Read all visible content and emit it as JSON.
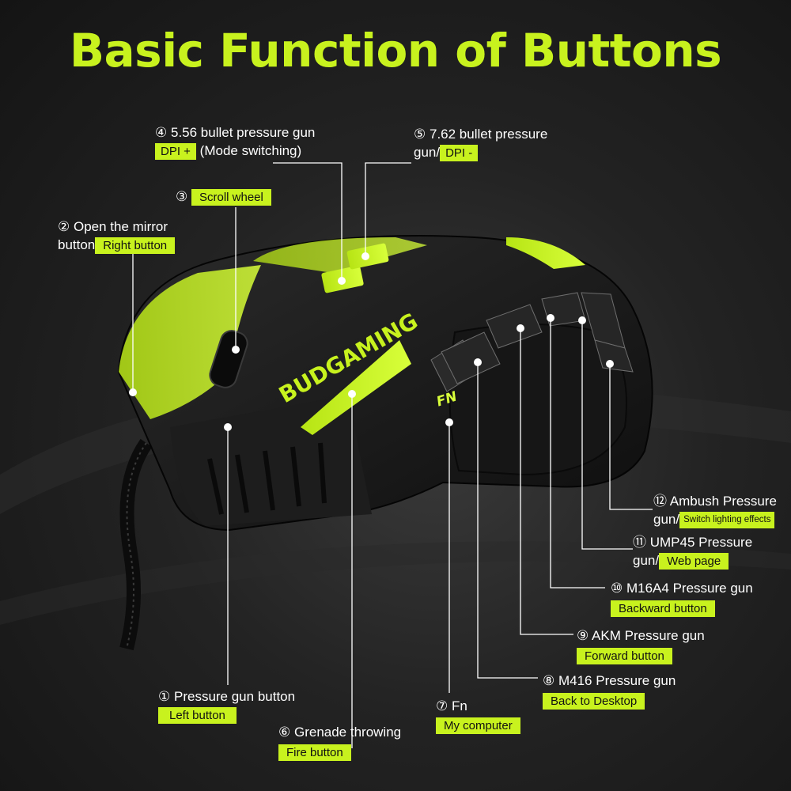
{
  "title": "Basic Function of Buttons",
  "brand_on_mouse": "BUDGAMING",
  "fn_key_label": "FN",
  "colors": {
    "accent": "#c8f21e",
    "background": "#1c1c1c",
    "mouse_body": "#1a1a1a"
  },
  "callouts": [
    {
      "num": "①",
      "text": "Pressure gun button",
      "tag": "Left button"
    },
    {
      "num": "②",
      "text": "Open the mirror",
      "text2": "button",
      "tag": "Right button"
    },
    {
      "num": "③",
      "text": "",
      "tag": "Scroll wheel"
    },
    {
      "num": "④",
      "text": "5.56 bullet pressure gun",
      "tag": "DPI +",
      "extra": "(Mode switching)"
    },
    {
      "num": "⑤",
      "text": "7.62 bullet pressure",
      "text2": "gun/",
      "tag": "DPI -"
    },
    {
      "num": "⑥",
      "text": "Grenade throwing",
      "tag": "Fire button"
    },
    {
      "num": "⑦",
      "text": "Fn",
      "tag": "My computer"
    },
    {
      "num": "⑧",
      "text": "M416 Pressure gun",
      "tag": "Back to Desktop"
    },
    {
      "num": "⑨",
      "text": "AKM Pressure gun",
      "tag": "Forward button"
    },
    {
      "num": "⑩",
      "text": "M16A4 Pressure gun",
      "tag": "Backward button"
    },
    {
      "num": "⑪",
      "text": "UMP45 Pressure",
      "text2": "gun/",
      "tag": "Web page"
    },
    {
      "num": "⑫",
      "text": "Ambush Pressure",
      "text2": "gun/",
      "tag": "Switch lighting effects"
    }
  ]
}
